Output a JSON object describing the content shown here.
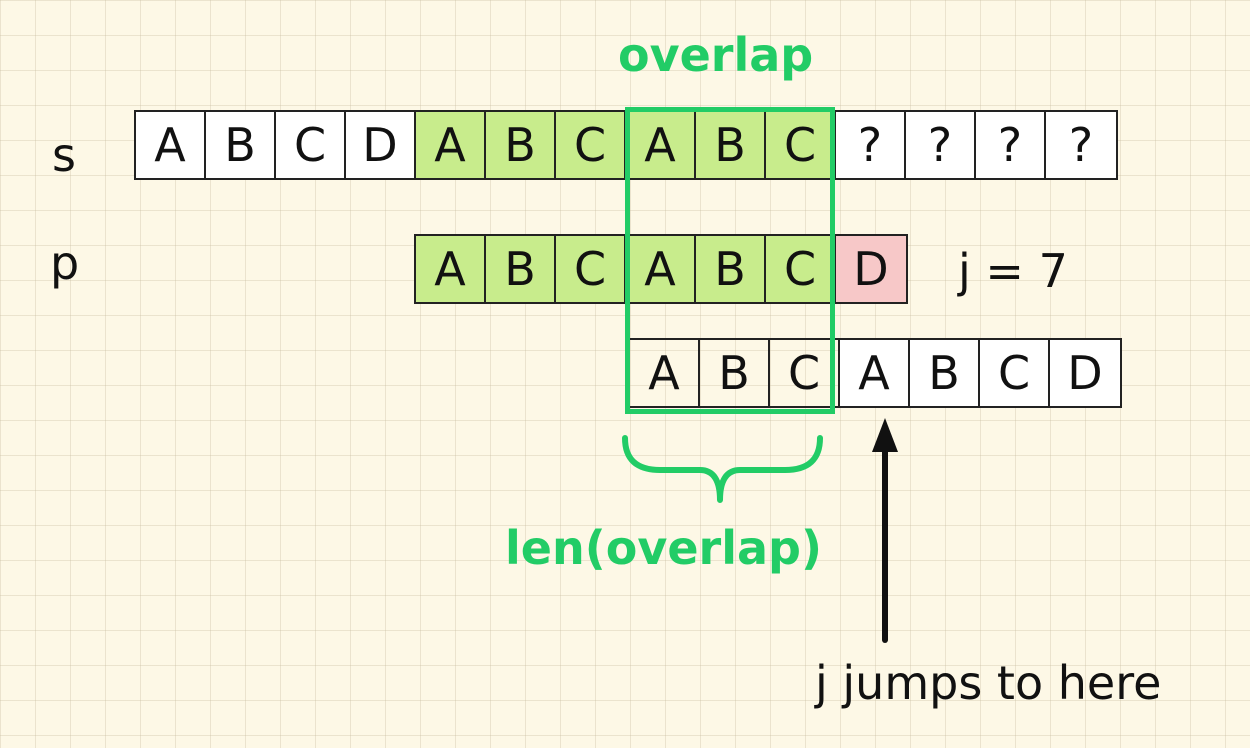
{
  "labels": {
    "overlap": "overlap",
    "s": "s",
    "p": "p",
    "j_value": "j = 7",
    "len_overlap": "len(overlap)",
    "jump_note": "j jumps to here"
  },
  "rows": {
    "s": [
      "A",
      "B",
      "C",
      "D",
      "A",
      "B",
      "C",
      "A",
      "B",
      "C",
      "?",
      "?",
      "?",
      "?"
    ],
    "p": [
      "A",
      "B",
      "C",
      "A",
      "B",
      "C",
      "D"
    ],
    "shifted": [
      "A",
      "B",
      "C",
      "A",
      "B",
      "C",
      "D"
    ]
  },
  "colors": {
    "match": "#c8ec8c",
    "mismatch": "#f7c8c8",
    "overlap": "#22cc66"
  }
}
